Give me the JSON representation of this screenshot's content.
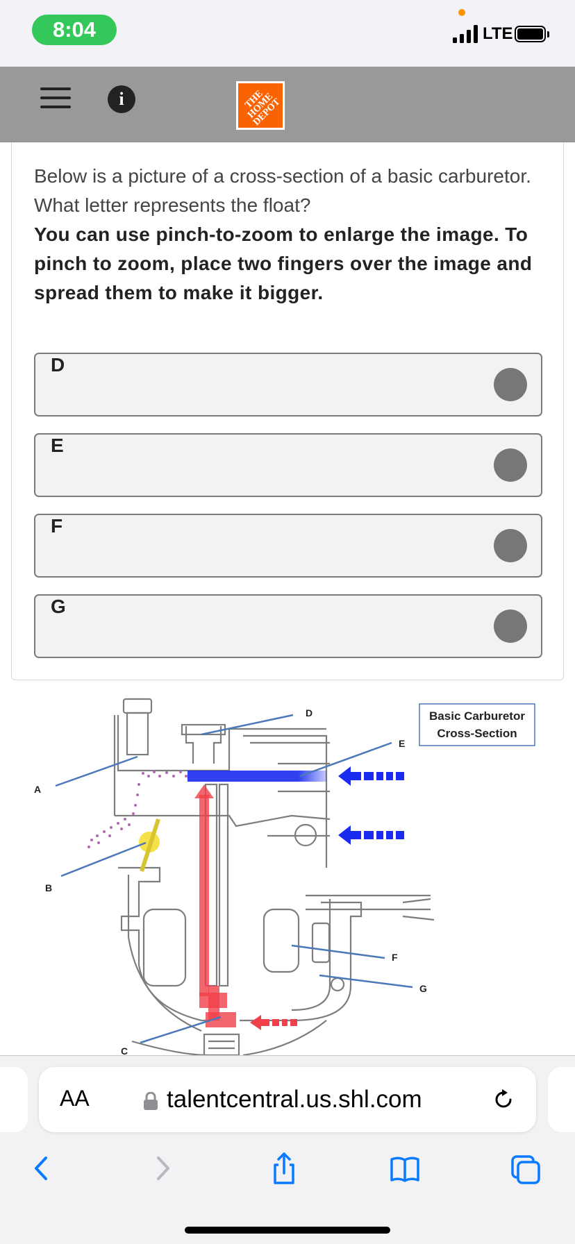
{
  "status_bar": {
    "time": "8:04",
    "network": "LTE"
  },
  "header": {
    "logo_text": "THE\nHOME\nDEPOT",
    "brand_color": "#f96302",
    "icons": [
      "menu-icon",
      "info-icon"
    ]
  },
  "question": {
    "prompt": "Below is a picture of a cross-section of a basic carburetor. What letter represents the float?",
    "instruction": "You can use pinch-to-zoom to enlarge the image. To pinch to zoom, place two fingers over the image and spread them to make it bigger.",
    "options": [
      {
        "label": "D"
      },
      {
        "label": "E"
      },
      {
        "label": "F"
      },
      {
        "label": "G"
      }
    ]
  },
  "diagram": {
    "title_line1": "Basic Carburetor",
    "title_line2": "Cross-Section",
    "labels": {
      "a": "A",
      "b": "B",
      "c": "C",
      "d": "D",
      "e": "E",
      "f": "F",
      "g": "G"
    },
    "colors": {
      "air": "#1a2cf0",
      "fuel": "#f0404a",
      "float": "#f5e14a",
      "mist": "#b06ab0",
      "pointer": "#4a78b8"
    }
  },
  "browser": {
    "text_size_label": "AA",
    "url": "talentcentral.us.shl.com",
    "toolbar_icons": [
      "back-icon",
      "forward-icon",
      "share-icon",
      "bookmarks-icon",
      "tabs-icon"
    ]
  }
}
